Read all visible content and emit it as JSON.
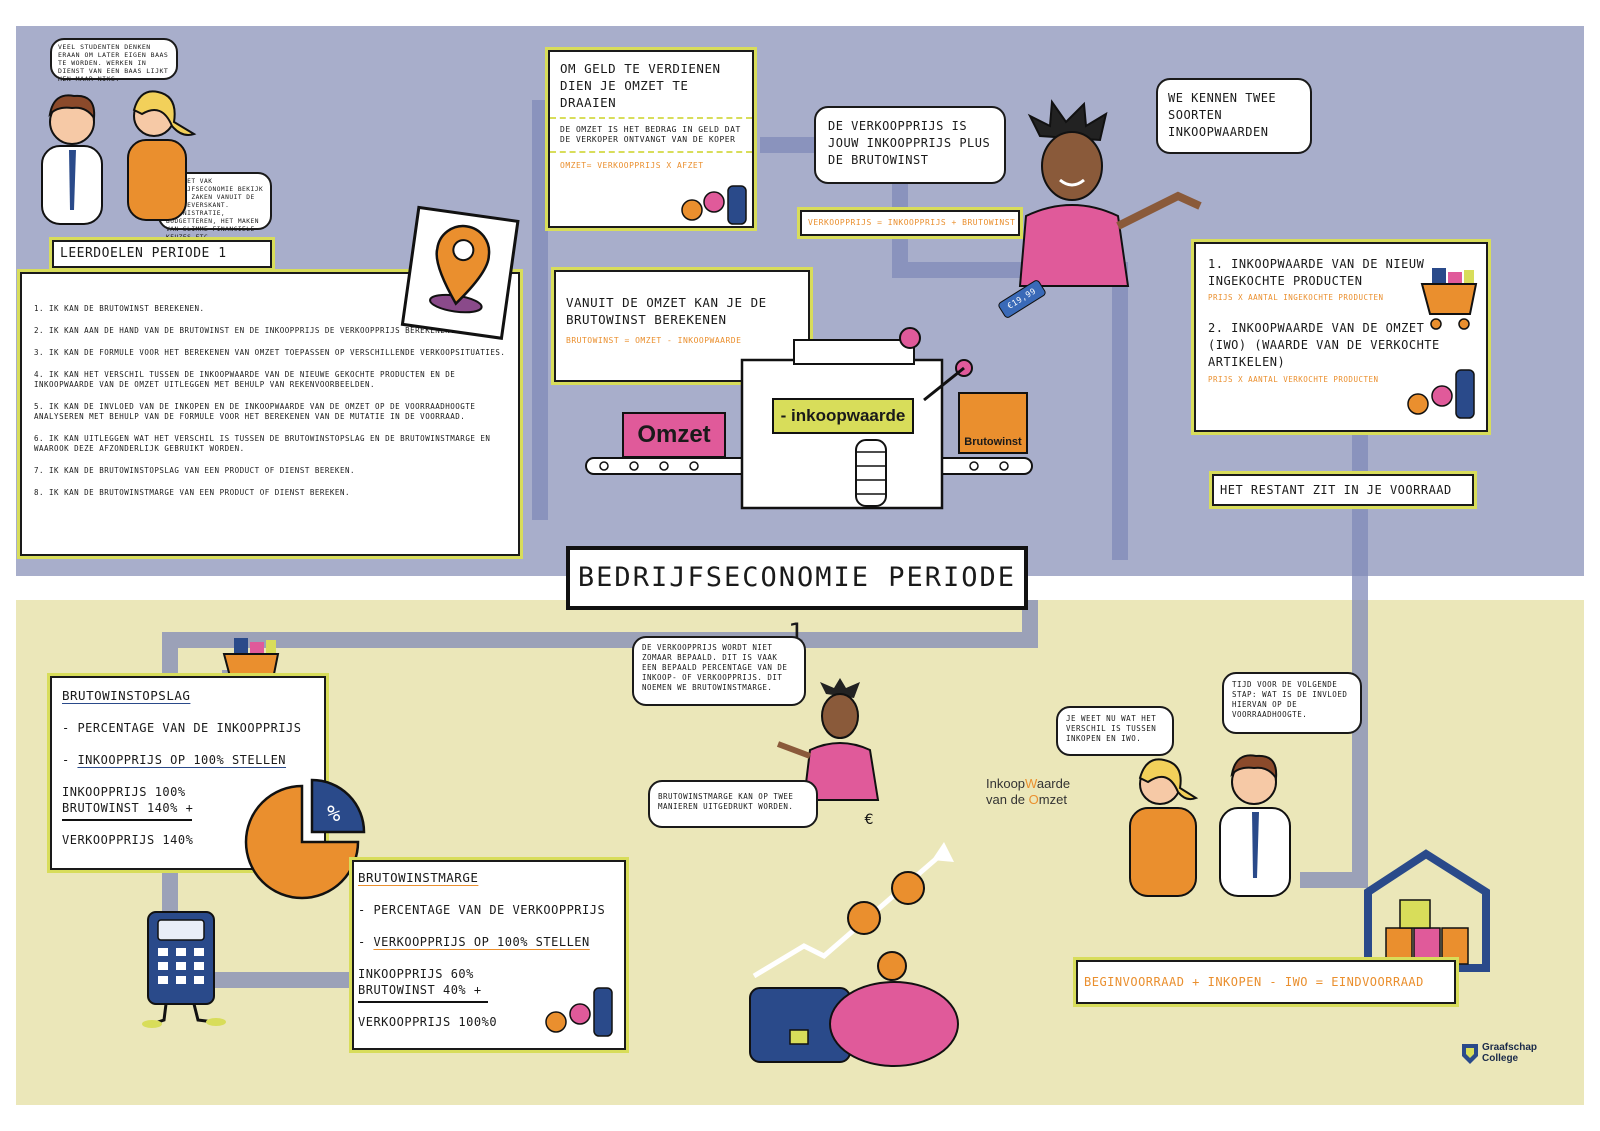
{
  "title": "BEDRIJFSECONOMIE PERIODE 1",
  "intro_bubble_1": "VEEL STUDENTEN DENKEN ERAAN OM LATER EIGEN BAAS TE WORDEN. WERKEN IN DIENST VAN EEN BAAS LIJKT HEN MAAR NIKS.",
  "intro_bubble_2": "MET HET VAK BEDRIJFSECONOMIE BEKIJK JE DE ZAKEN VANUIT DE WERKGEVERSKANT. ADMINISTRATIE, BUDGETTEREN, HET MAKEN VAN SLIMME FINANCIELE KEUZES ETC.",
  "goals_header": "LEERDOELEN PERIODE 1",
  "goals": [
    "1. IK KAN DE BRUTOWINST BEREKENEN.",
    "2. IK KAN AAN DE HAND VAN DE BRUTOWINST EN DE INKOOPPRIJS DE VERKOOPPRIJS BEREKENEN.",
    "3. IK KAN DE FORMULE VOOR HET BEREKENEN VAN OMZET TOEPASSEN OP VERSCHILLENDE VERKOOPSITUATIES.",
    "4. IK KAN HET VERSCHIL TUSSEN DE INKOOPWAARDE VAN DE NIEUWE GEKOCHTE PRODUCTEN EN DE INKOOPWAARDE VAN DE OMZET UITLEGGEN MET BEHULP VAN REKENVOORBEELDEN.",
    "5. IK KAN DE INVLOED VAN DE INKOPEN EN DE INKOOPWAARDE VAN DE OMZET OP DE VOORRAADHOOGTE ANALYSEREN MET BEHULP VAN DE FORMULE VOOR HET BEREKENEN VAN DE MUTATIE IN DE VOORRAAD.",
    "6. IK KAN UITLEGGEN WAT HET VERSCHIL IS TUSSEN DE BRUTOWINSTOPSLAG EN DE BRUTOWINSTMARGE EN WAAROOK DEZE AFZONDERLIJK GEBRUIKT WORDEN.",
    "7. IK KAN DE BRUTOWINSTOPSLAG VAN EEN PRODUCT OF DIENST BEREKEN.",
    "8. IK KAN DE BRUTOWINSTMARGE VAN EEN PRODUCT OF DIENST BEREKEN."
  ],
  "omzet_card": {
    "heading": "OM GELD TE VERDIENEN DIEN JE OMZET TE DRAAIEN",
    "body": "DE OMZET IS HET BEDRAG IN GELD DAT DE VERKOPER ONTVANGT VAN DE KOPER",
    "formula": "OMZET= VERKOOPPRIJS X AFZET"
  },
  "verkoopprijs_bubble": "DE VERKOOPPRIJS IS JOUW INKOOPPRIJS PLUS DE BRUTOWINST",
  "verkoopprijs_formula": "VERKOOPPRIJS = INKOOPPRIJS + BRUTOWINST",
  "twee_bubble": "WE KENNEN TWEE SOORTEN INKOOPWAARDEN",
  "price_tag": "€19,99",
  "brutowinst_card": {
    "heading": "VANUIT DE OMZET KAN JE DE BRUTOWINST BEREKENEN",
    "formula": "BRUTOWINST = OMZET - INKOOPWAARDE"
  },
  "machine": {
    "omzet": "Omzet",
    "inkoopwaarde": "- inkoopwaarde",
    "brutowinst": "Brutowinst"
  },
  "inkoopwaarden_card": {
    "item1": "1. INKOOPWAARDE VAN DE NIEUW INGEKOCHTE PRODUCTEN",
    "item1_formula": "PRIJS X AANTAL INGEKOCHTE PRODUCTEN",
    "item2": "2. INKOOPWAARDE VAN DE OMZET (IWO) (WAARDE VAN DE VERKOCHTE ARTIKELEN)",
    "item2_formula": "PRIJS X AANTAL VERKOCHTE PRODUCTEN"
  },
  "restant": "HET RESTANT ZIT IN JE VOORRAAD",
  "opslag_card": {
    "heading": "BRUTOWINSTOPSLAG",
    "line1": "- PERCENTAGE VAN DE INKOOPPRIJS",
    "line2_prefix": "- ",
    "line2": "INKOOPPRIJS OP 100% STELLEN",
    "calc1": "INKOOPPRIJS  100%",
    "calc2": "BRUTOWINST 140% +",
    "calc3": "VERKOOPPRIJS 140%"
  },
  "pie_symbol": "%",
  "marge_card": {
    "heading": "BRUTOWINSTMARGE",
    "line1": "- PERCENTAGE VAN DE VERKOOPPRIJS",
    "line2_prefix": "- ",
    "line2": "VERKOOPPRIJS OP 100% STELLEN",
    "calc1": "INKOOPPRIJS 60%",
    "calc2": "BRUTOWINST 40% +",
    "calc3": "VERKOOPPRIJS 100%0"
  },
  "bubble_verkoopprijs_bepaald": "DE VERKOOPPRIJS WORDT NIET ZOMAAR BEPAALD. DIT IS VAAK EEN BEPAALD PERCENTAGE VAN DE INKOOP- OF VERKOOPPRIJS. DIT NOEMEN WE BRUTOWINSTMARGE.",
  "bubble_twee_manieren": "BRUTOWINSTMARGE KAN OP TWEE MANIEREN UITGEDRUKT WORDEN.",
  "bubble_verschil": "JE WEET NU WAT HET VERSCHIL IS TUSSEN INKOPEN EN IWO.",
  "bubble_volgende": "TIJD VOOR DE VOLGENDE STAP: WAT IS DE INVLOED HIERVAN OP DE VOORRAADHOOGTE.",
  "iwo_label_1a": "Inkoop",
  "iwo_label_1b": "W",
  "iwo_label_1c": "aarde",
  "iwo_label_2a": "van de ",
  "iwo_label_2b": "O",
  "iwo_label_2c": "mzet",
  "voorraad_formula": "BEGINVOORRAAD + INKOPEN - IWO = EINDVOORRAAD",
  "euro_symbol": "€",
  "logo_line1": "Graafschap",
  "logo_line2": "College",
  "colors": {
    "top_bg": "#a8aecb",
    "bottom_bg": "#ebe7b9",
    "accent_orange": "#ea8f2e",
    "card_border": "#d8dd5a",
    "pink": "#e05a9a",
    "navy": "#2a4a8a"
  }
}
